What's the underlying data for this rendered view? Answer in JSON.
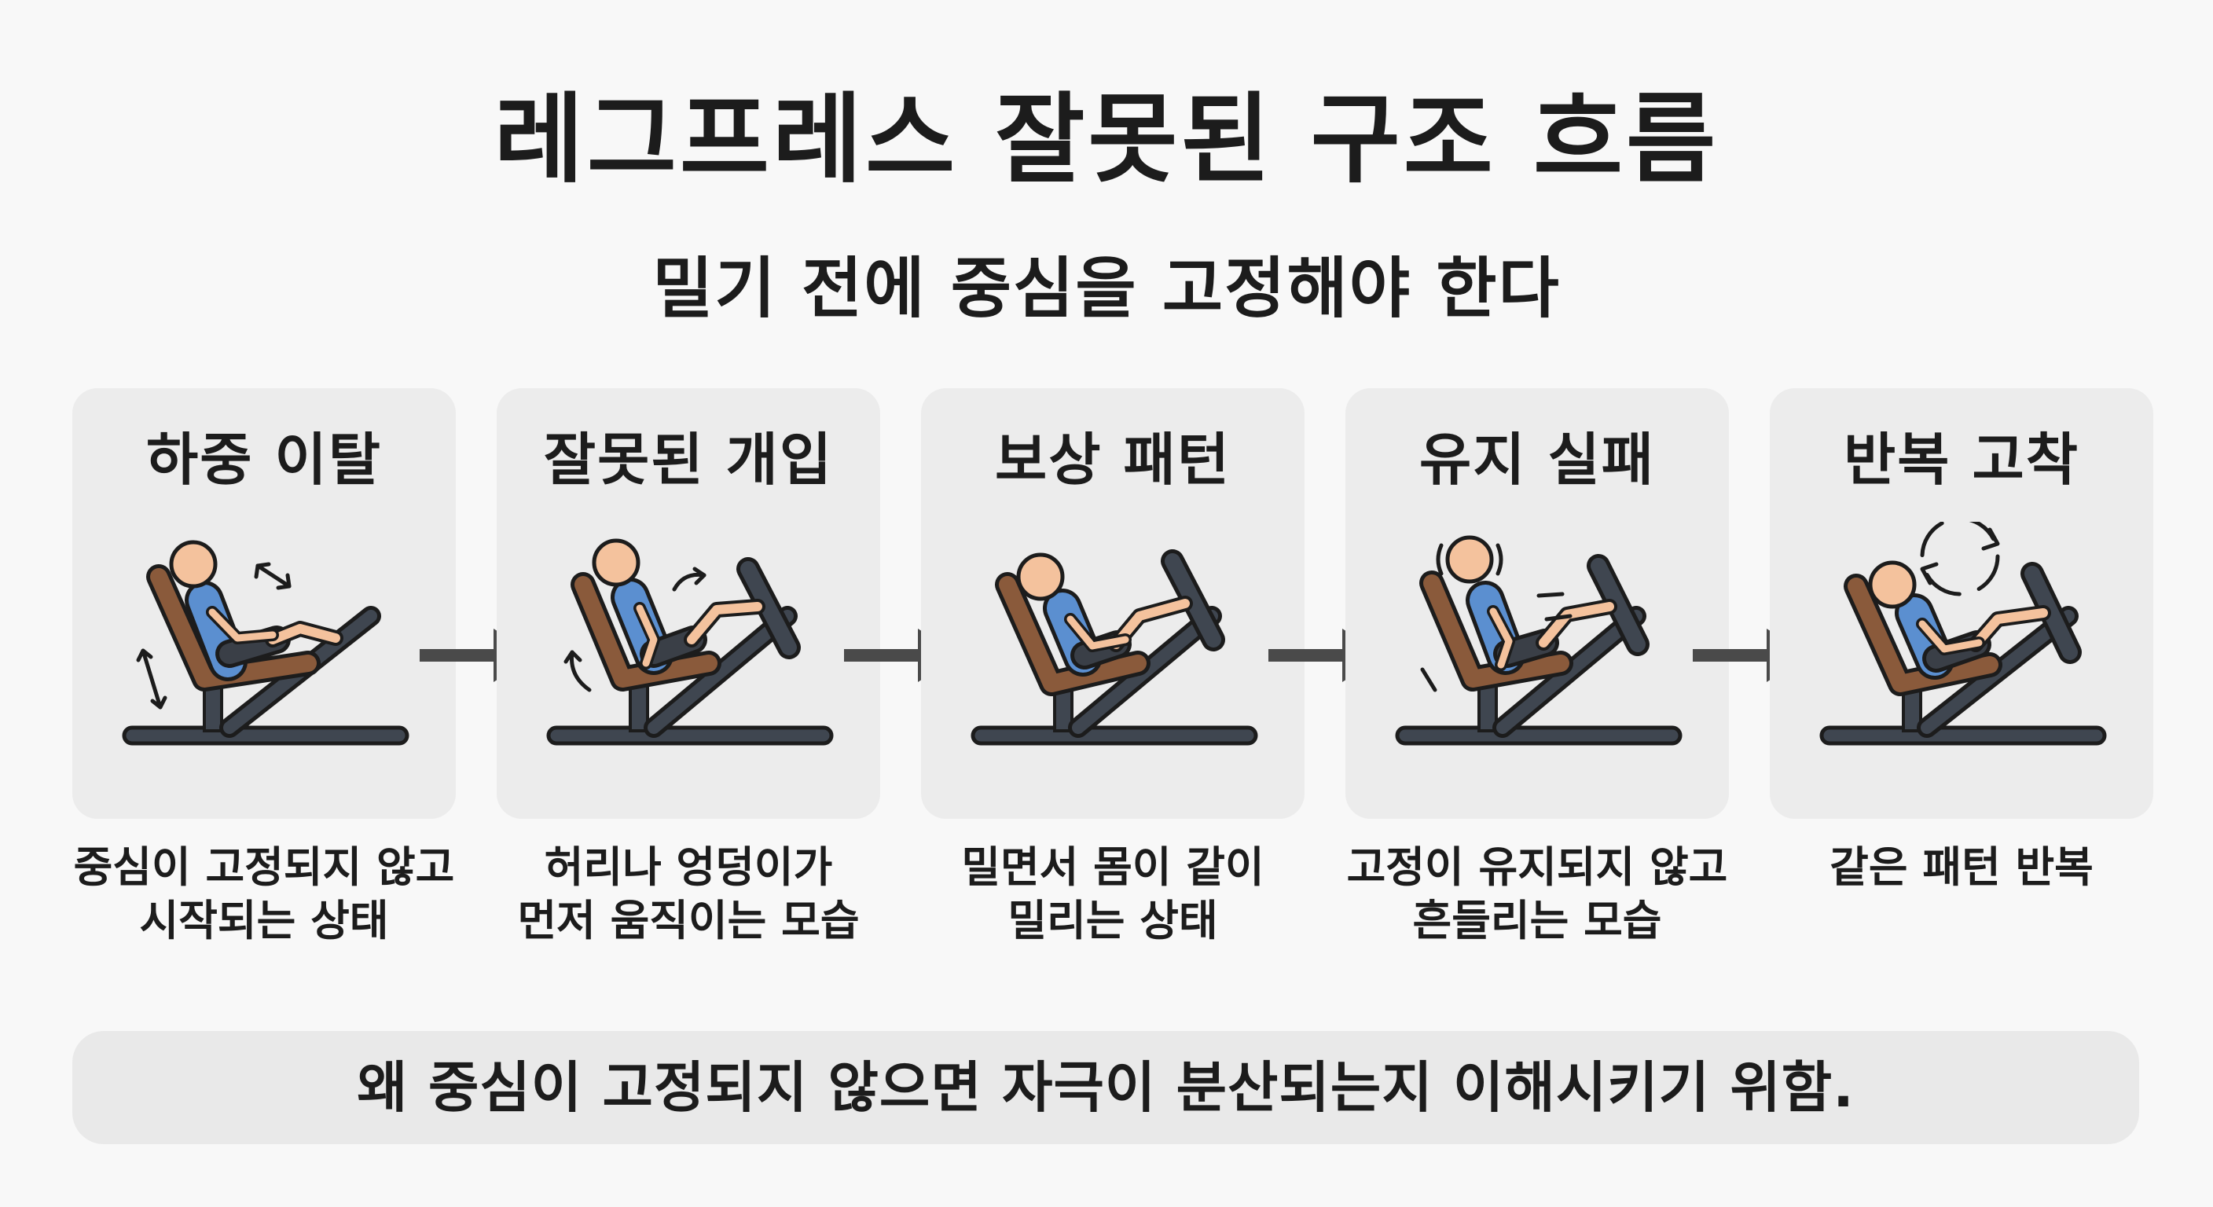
{
  "title": "레그프레스 잘못된 구조 흐름",
  "subtitle": "밀기 전에 중심을 고정해야 한다",
  "steps": [
    {
      "title": "하중 이탈",
      "desc_line1": "중심이 고정되지 않고",
      "desc_line2": "시작되는 상태"
    },
    {
      "title": "잘못된 개입",
      "desc_line1": "허리나 엉덩이가",
      "desc_line2": "먼저 움직이는 모습"
    },
    {
      "title": "보상 패턴",
      "desc_line1": "밀면서 몸이 같이",
      "desc_line2": "밀리는 상태"
    },
    {
      "title": "유지 실패",
      "desc_line1": "고정이 유지되지 않고",
      "desc_line2": "흔들리는 모습"
    },
    {
      "title": "반복 고착",
      "desc_line1": "같은 패턴 반복",
      "desc_line2": ""
    }
  ],
  "footer": "왜 중심이 고정되지 않으면 자극이 분산되는지 이해시키기 위함.",
  "colors": {
    "background": "#f8f8f8",
    "card": "#ececec",
    "seat": "#8a5a3b",
    "frame": "#3f4650",
    "shirt": "#5b8fd0",
    "skin": "#f4c29d",
    "shorts": "#3a3f47",
    "arrow": "#4a4a4a"
  }
}
